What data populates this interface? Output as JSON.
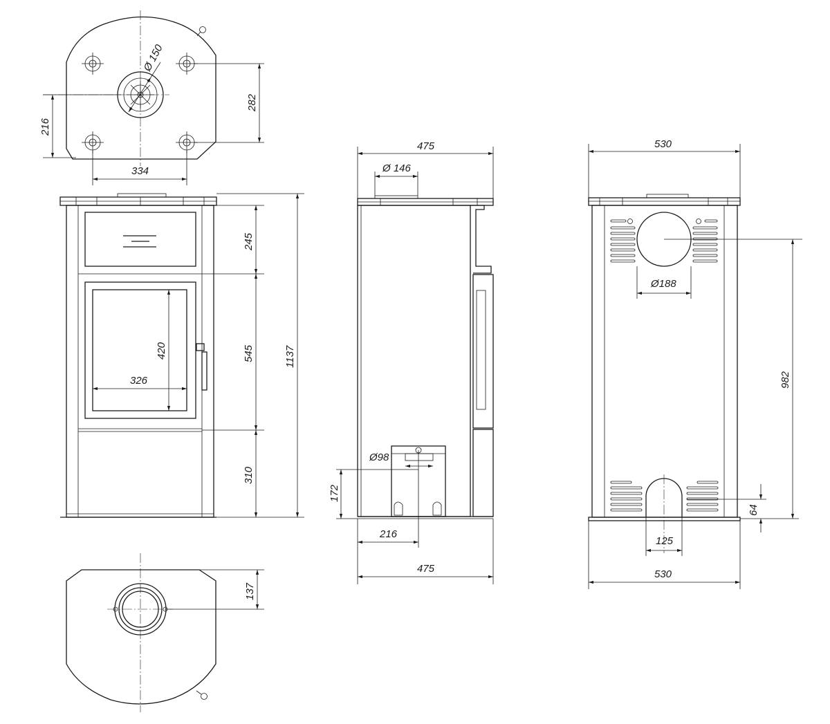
{
  "views": {
    "top_view": {
      "label_dia_flue": "Ø 150",
      "dim_216": "216",
      "dim_282": "282",
      "dim_334": "334"
    },
    "front_view": {
      "dim_245": "245",
      "dim_545": "545",
      "dim_310": "310",
      "dim_1137": "1137",
      "dim_420": "420",
      "dim_326": "326"
    },
    "side_view": {
      "dim_475_top": "475",
      "label_dia_146": "Ø 146",
      "label_dia_98": "Ø98",
      "dim_172": "172",
      "dim_216": "216",
      "dim_475_bottom": "475"
    },
    "rear_view": {
      "dim_530_top": "530",
      "label_dia_188": "Ø188",
      "dim_982": "982",
      "dim_64": "64",
      "dim_125": "125",
      "dim_530_bottom": "530"
    },
    "bottom_view": {
      "dim_137": "137"
    }
  }
}
